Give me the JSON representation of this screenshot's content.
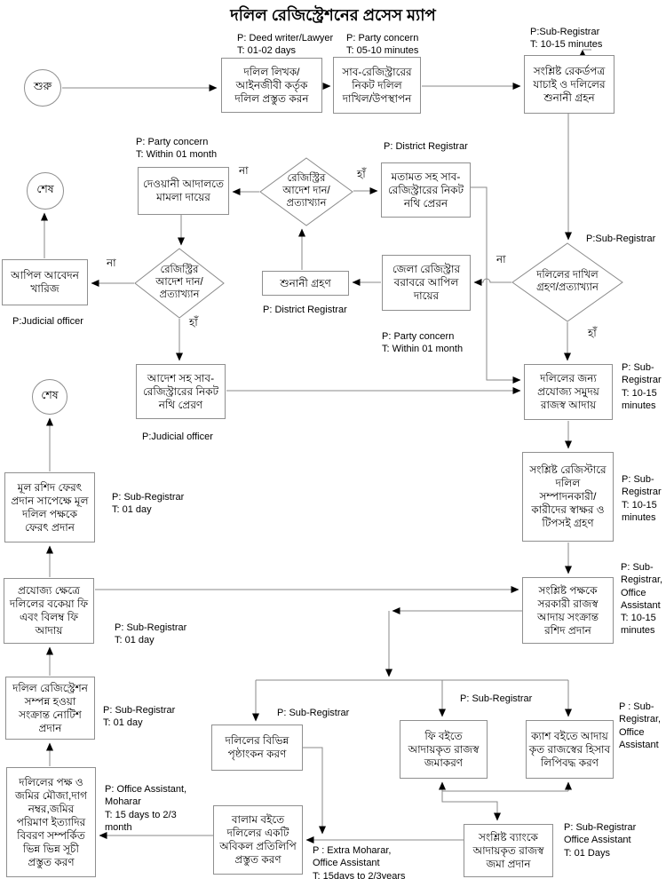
{
  "title": "দলিল রেজিস্ট্রেশনের প্রসেস ম্যাপ",
  "colors": {
    "line": "#8a8a8a",
    "arrowhead": "#000000",
    "box_border": "#8f8f8f",
    "background": "#ffffff",
    "text": "#000000"
  },
  "terminals": {
    "start": "শুরু",
    "end1": "শেষ",
    "end2": "শেষ"
  },
  "labels": {
    "yes1": "হাঁ",
    "no1": "না",
    "yes2": "হাঁ",
    "no2": "না",
    "yes3": "হাঁ",
    "no3": "না"
  },
  "nodes": {
    "prepare_deed": "দলিল লিখক/\nআইনজীবী কর্তৃক\nদলিল প্রস্তুত করন",
    "submit_deed": "সাব-রেজিস্ট্রারের\nনিকট দলিল\nদাখিল/উপস্থাপন",
    "verify_records": "সংশ্লিষ্ট রেকর্ডপত্র\nযাচাই ও দলিলের\nশুনানী গ্রহন",
    "civil_suit": "দেওয়ানী আদালতে\nমামলা দায়ের",
    "registry_order_1": "রেজিস্ট্রির\nআদেশ দান/\nপ্রত্যাখ্যান",
    "send_file_opinion": "মতামত সহ সাব-\nরেজিস্ট্রারের নিকট\nনথি প্রেরন",
    "accept_reject": "দলিলের দাখিল\nগ্রহণ/প্রত্যাখ্যান",
    "appeal_dismissed": "আপিল আবেদন\nখারিজ",
    "registry_order_2": "রেজিস্ট্রির\nআদেশ দান/\nপ্রত্যাখ্যান",
    "hearing": "শুনানী গ্রহণ",
    "district_appeal": "জেলা রেজিস্ট্রার\nবরাবরে আপিল\nদায়ের",
    "send_file_order": "আদেশ সহ সাব-\nরেজিস্ট্রারের নিকট\nনথি প্রেরণ",
    "collect_revenue": "দলিলের জন্য\nপ্রযোজ্য সমুদয়\nরাজস্ব আদায়",
    "signatures": "সংশ্লিষ্ট রেজিস্টারে\nদলিল\nসম্পাদনকারী/\nকারীদের স্বাক্ষর ও\nটিপসই গ্রহণ",
    "return_deed": "মূল রশিদ ফেরৎ\nপ্রদান সাপেক্ষে মূল\nদলিল পক্ষকে\nফেরৎ প্রদান",
    "arrear_fees": "প্রযোজ্য ক্ষেত্রে\nদলিলের বকেয়া ফি\nএবং বিলম্ব ফি\nআদায়",
    "issue_receipt": "সংশ্লিষ্ট পক্ষকে\nসরকারী রাজস্ব\nআদায় সংক্রান্ত\nরশিদ প্রদান",
    "completion_notice": "দলিল রেজিস্ট্রেশন\nসম্পন্ন হওয়া\nসংক্রান্ত নোটিশ\nপ্রদান",
    "endorsements": "দলিলের বিভিন্ন\nপৃষ্ঠাংকন করণ",
    "fee_book": "ফি বইতে\nআদায়কৃত রাজস্ব\nজমাকরণ",
    "cash_book": "ক্যাশ বইতে আদায়\nকৃত রাজস্বের হিসাব\nলিপিবদ্ধ করণ",
    "indexes": "দলিলের পক্ষ ও\nজমির মৌজা,দাগ\nনম্বর,জমির\nপরিমাণ ইত্যাদির\nবিবরণ সম্পর্কিত\nভিন্ন ভিন্ন সূচী\nপ্রস্তুত করণ",
    "balam_copy": "বালাম বইতে\nদলিলের একটি\nঅবিকল প্রতিলিপি\nপ্রস্তুত করণ",
    "bank_deposit": "সংশ্লিষ্ট ব্যাংকে\nআদায়কৃত রাজস্ব\nজমা প্রদান"
  },
  "notes": {
    "prepare": "P: Deed writer/Lawyer\nT: 01-02 days",
    "submit": "P: Party concern\nT: 05-10 minutes",
    "verify": "P:Sub-Registrar\nT: 10-15 minutes",
    "civil": "P: Party concern\nT: Within 01 month",
    "opinion": "P: District Registrar",
    "accept": "P:Sub-Registrar",
    "appeal_dismissed": "P:Judicial officer",
    "hearing": "P: District Registrar",
    "district_appeal": "P: Party concern\nT: Within 01 month",
    "send_order": "P:Judicial officer",
    "collect": "P: Sub-\nRegistrar\nT: 10-15\nminutes",
    "signatures": "P: Sub-\nRegistrar\nT: 10-15\nminutes",
    "return_deed": "P: Sub-Registrar\nT: 01 day",
    "receipt": "P: Sub-\nRegistrar,\nOffice\nAssistant\nT: 10-15\nminutes",
    "arrear": "P: Sub-Registrar\nT: 01 day",
    "notice": "P: Sub-Registrar\nT: 01 day",
    "endorse": "P: Sub-Registrar",
    "fee_book": "P: Sub-Registrar",
    "cash_book": "P : Sub-\nRegistrar,\nOffice\nAssistant",
    "indexes": "P: Office Assistant,\nMoharar\nT: 15 days to 2/3\nmonth",
    "balam": "P : Extra Moharar,\nOffice Assistant\nT: 15days to 2/3years",
    "bank": "P: Sub-Registrar\nOffice Assistant\nT: 01 Days"
  }
}
